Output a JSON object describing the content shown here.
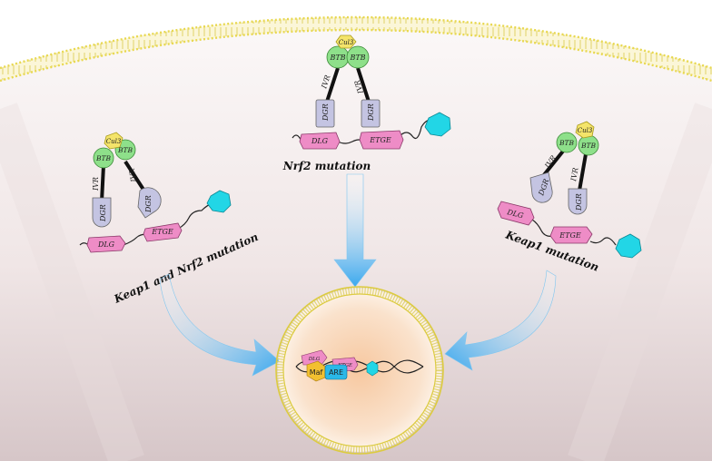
{
  "labels": {
    "cul3": "Cul3",
    "btb": "BTB",
    "ivr": "IVR",
    "dgr": "DGR",
    "dlg": "DLG",
    "etge": "ETGE",
    "maf": "Maf",
    "are": "ARE"
  },
  "captions": {
    "left": "Keap1 and Nrf2 mutation",
    "center": "Nrf2 mutation",
    "right": "Keap1 mutation"
  },
  "colors": {
    "cul3": "#f4e46a",
    "btb": "#8ee08a",
    "dgr": "#c4c4e2",
    "nrf2_domain": "#ee8cc6",
    "hexagon": "#22d6e6",
    "membrane": "#e8d850",
    "arrow": "#4fb0ee",
    "nucleus": "#f5cfa8",
    "are": "#2ab8e8",
    "maf": "#f2c030"
  }
}
